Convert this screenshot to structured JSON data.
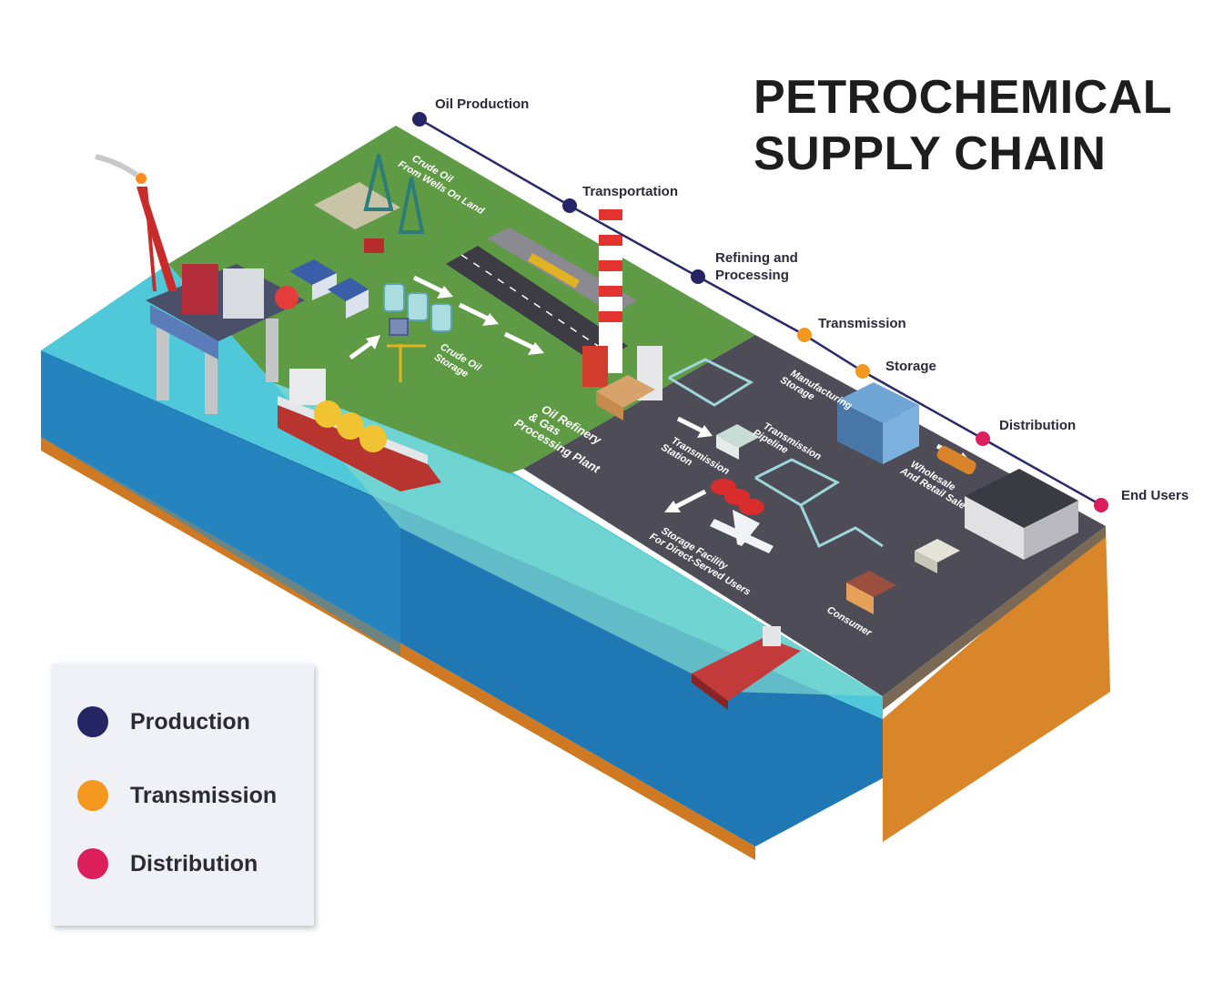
{
  "title": {
    "line1": "PETROCHEMICAL",
    "line2": "SUPPLY CHAIN"
  },
  "timeline": {
    "line_color": "#2a2a6a",
    "stages": [
      {
        "label": "Oil Production",
        "color": "#252566"
      },
      {
        "label": "Transportation",
        "color": "#252566"
      },
      {
        "label": "Refining and",
        "label2": "Processing",
        "color": "#252566"
      },
      {
        "label": "Transmission",
        "color": "#f5981f"
      },
      {
        "label": "Storage",
        "color": "#f5981f"
      },
      {
        "label": "Distribution",
        "color": "#dc1f5c"
      },
      {
        "label": "End Users",
        "color": "#dc1f5c"
      }
    ]
  },
  "map_labels": {
    "crude_oil_wells": {
      "line1": "Crude Oil",
      "line2": "From Wells On Land"
    },
    "crude_oil_storage": {
      "line1": "Crude Oil",
      "line2": "Storage"
    },
    "refinery": {
      "line1": "Oil Refinery",
      "line2": "& Gas",
      "line3": "Processing Plant"
    },
    "transmission_station": {
      "line1": "Transmission",
      "line2": "Station"
    },
    "transmission_pipeline": {
      "line1": "Transmission",
      "line2": "Pipeline"
    },
    "manufacturing_storage": {
      "line1": "Manufacturing",
      "line2": "Storage"
    },
    "wholesale": {
      "line1": "Wholesale",
      "line2": "And Retail Sale"
    },
    "storage_facility": {
      "line1": "Storage Facility",
      "line2": "For Direct-Served Users"
    },
    "consumer": {
      "line1": "Consumer"
    }
  },
  "legend": {
    "items": [
      {
        "label": "Production",
        "color": "#252566"
      },
      {
        "label": "Transmission",
        "color": "#f5981f"
      },
      {
        "label": "Distribution",
        "color": "#dc1f5c"
      }
    ]
  },
  "colors": {
    "land_green": "#5f9a44",
    "asphalt": "#4e4d57",
    "water_surface": "#4fc9d9",
    "water_side": "#1f78b4",
    "earth_side": "#d9852a"
  }
}
